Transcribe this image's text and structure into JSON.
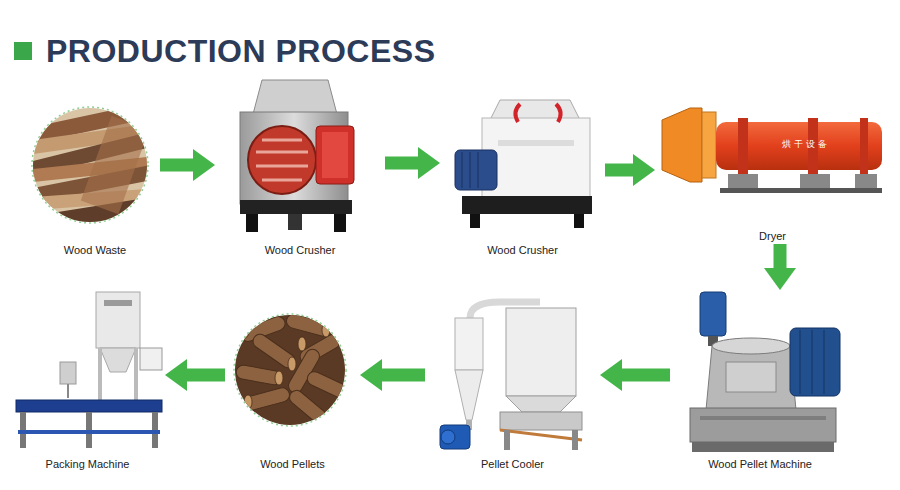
{
  "diagram": {
    "title": "PRODUCTION PROCESS",
    "nodes": [
      {
        "text": [
          "Wood Waste"
        ]
      },
      {
        "text": [
          "Wood Crusher"
        ]
      },
      {
        "text": [
          "Wood Crusher"
        ]
      },
      {
        "text": [
          "Dryer"
        ]
      },
      {
        "text": [
          "Wood Pellet Machine"
        ]
      },
      {
        "text": [
          "Pellet Cooler"
        ]
      },
      {
        "text": [
          "Wood Pellets"
        ]
      },
      {
        "text": [
          "Packing Machine"
        ]
      }
    ],
    "edges": [
      {
        "from": 0,
        "to": 1,
        "arrow": "to"
      },
      {
        "from": 1,
        "to": 2,
        "arrow": "to"
      },
      {
        "from": 2,
        "to": 3,
        "arrow": "to"
      },
      {
        "from": 3,
        "to": 4,
        "arrow": "to"
      },
      {
        "from": 4,
        "to": 5,
        "arrow": "to"
      },
      {
        "from": 5,
        "to": 6,
        "arrow": "to"
      },
      {
        "from": 6,
        "to": 7,
        "arrow": "to"
      }
    ],
    "labels": [
      "烘干设备"
    ]
  }
}
